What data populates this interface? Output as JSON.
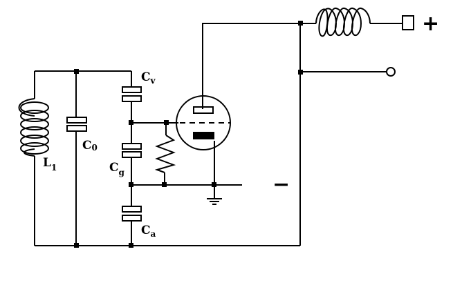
{
  "components": {
    "inductor_l1": {
      "label": "L",
      "subscript": "1"
    },
    "capacitor_c0": {
      "label": "C",
      "subscript": "0"
    },
    "capacitor_cv": {
      "label": "C",
      "subscript": "v"
    },
    "capacitor_cg": {
      "label": "C",
      "subscript": "g"
    },
    "capacitor_ca": {
      "label": "C",
      "subscript": "a"
    }
  },
  "terminals": {
    "positive": "+",
    "negative": "−"
  }
}
